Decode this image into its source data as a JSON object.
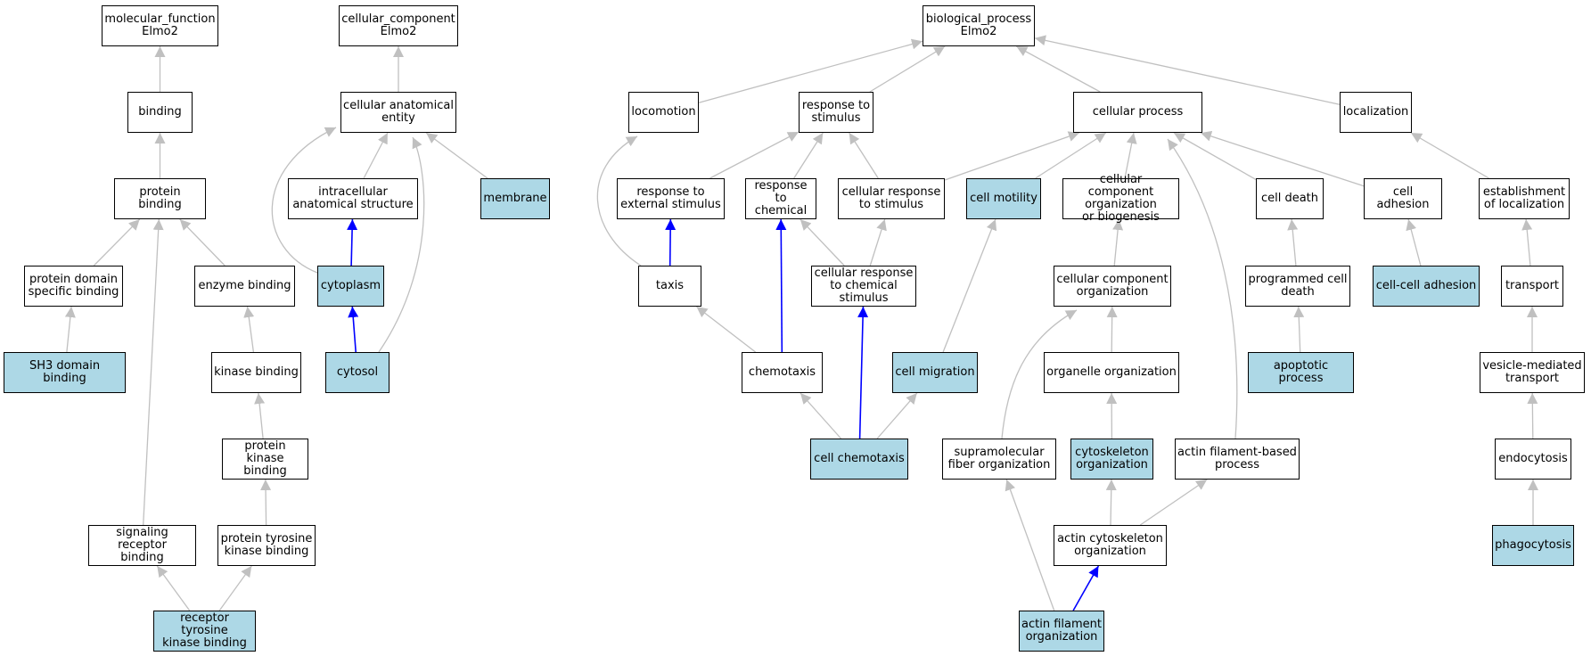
{
  "colors": {
    "highlight": "#add8e6",
    "plain": "#ffffff",
    "edge_gray": "#c0c0c0",
    "edge_blue": "#0000ff"
  },
  "nodes": {
    "mf_root": {
      "label": "molecular_function\nElmo2",
      "highlighted": false
    },
    "cc_root": {
      "label": "cellular_component\nElmo2",
      "highlighted": false
    },
    "bp_root": {
      "label": "biological_process\nElmo2",
      "highlighted": false
    },
    "binding": {
      "label": "binding",
      "highlighted": false
    },
    "cae": {
      "label": "cellular anatomical\nentity",
      "highlighted": false
    },
    "locomotion": {
      "label": "locomotion",
      "highlighted": false
    },
    "rts": {
      "label": "response to\nstimulus",
      "highlighted": false
    },
    "cp": {
      "label": "cellular process",
      "highlighted": false
    },
    "localization": {
      "label": "localization",
      "highlighted": false
    },
    "protein_binding": {
      "label": "protein binding",
      "highlighted": false
    },
    "ias": {
      "label": "intracellular\nanatomical structure",
      "highlighted": false
    },
    "membrane": {
      "label": "membrane",
      "highlighted": true
    },
    "rtes": {
      "label": "response to\nexternal stimulus",
      "highlighted": false
    },
    "rtc": {
      "label": "response to\nchemical",
      "highlighted": false
    },
    "crts": {
      "label": "cellular response\nto stimulus",
      "highlighted": false
    },
    "cell_motility": {
      "label": "cell motility",
      "highlighted": true
    },
    "ccob": {
      "label": "cellular component\norganization\nor biogenesis",
      "highlighted": false
    },
    "cell_death": {
      "label": "cell death",
      "highlighted": false
    },
    "cell_adhesion": {
      "label": "cell adhesion",
      "highlighted": false
    },
    "eol": {
      "label": "establishment\nof localization",
      "highlighted": false
    },
    "pdsb": {
      "label": "protein domain\nspecific binding",
      "highlighted": false
    },
    "enzyme_binding": {
      "label": "enzyme binding",
      "highlighted": false
    },
    "cytoplasm": {
      "label": "cytoplasm",
      "highlighted": true
    },
    "taxis": {
      "label": "taxis",
      "highlighted": false
    },
    "crtcs": {
      "label": "cellular response\nto chemical\nstimulus",
      "highlighted": false
    },
    "cco": {
      "label": "cellular component\norganization",
      "highlighted": false
    },
    "pcd": {
      "label": "programmed cell\ndeath",
      "highlighted": false
    },
    "cca": {
      "label": "cell-cell adhesion",
      "highlighted": true
    },
    "transport": {
      "label": "transport",
      "highlighted": false
    },
    "sh3": {
      "label": "SH3 domain binding",
      "highlighted": true
    },
    "kinase_binding": {
      "label": "kinase binding",
      "highlighted": false
    },
    "cytosol": {
      "label": "cytosol",
      "highlighted": true
    },
    "chemotaxis": {
      "label": "chemotaxis",
      "highlighted": false
    },
    "cell_migration": {
      "label": "cell migration",
      "highlighted": true
    },
    "oo": {
      "label": "organelle organization",
      "highlighted": false
    },
    "apoptotic": {
      "label": "apoptotic process",
      "highlighted": true
    },
    "vmt": {
      "label": "vesicle-mediated\ntransport",
      "highlighted": false
    },
    "pkb": {
      "label": "protein kinase\nbinding",
      "highlighted": false
    },
    "cell_chemotaxis": {
      "label": "cell chemotaxis",
      "highlighted": true
    },
    "sfo": {
      "label": "supramolecular\nfiber organization",
      "highlighted": false
    },
    "cyto_org": {
      "label": "cytoskeleton\norganization",
      "highlighted": true
    },
    "afbp": {
      "label": "actin filament-based\nprocess",
      "highlighted": false
    },
    "endocytosis": {
      "label": "endocytosis",
      "highlighted": false
    },
    "srb": {
      "label": "signaling receptor\nbinding",
      "highlighted": false
    },
    "ptkb": {
      "label": "protein tyrosine\nkinase binding",
      "highlighted": false
    },
    "aco": {
      "label": "actin cytoskeleton\norganization",
      "highlighted": false
    },
    "phagocytosis": {
      "label": "phagocytosis",
      "highlighted": true
    },
    "rtkb": {
      "label": "receptor tyrosine\nkinase binding",
      "highlighted": true
    },
    "afo": {
      "label": "actin filament\norganization",
      "highlighted": true
    }
  },
  "edges": [
    {
      "from": "binding",
      "to": "mf_root",
      "type": "gray"
    },
    {
      "from": "protein_binding",
      "to": "binding",
      "type": "gray"
    },
    {
      "from": "pdsb",
      "to": "protein_binding",
      "type": "gray"
    },
    {
      "from": "enzyme_binding",
      "to": "protein_binding",
      "type": "gray"
    },
    {
      "from": "srb",
      "to": "protein_binding",
      "type": "gray"
    },
    {
      "from": "sh3",
      "to": "pdsb",
      "type": "gray"
    },
    {
      "from": "kinase_binding",
      "to": "enzyme_binding",
      "type": "gray"
    },
    {
      "from": "pkb",
      "to": "kinase_binding",
      "type": "gray"
    },
    {
      "from": "ptkb",
      "to": "pkb",
      "type": "gray"
    },
    {
      "from": "rtkb",
      "to": "srb",
      "type": "gray"
    },
    {
      "from": "rtkb",
      "to": "ptkb",
      "type": "gray"
    },
    {
      "from": "cae",
      "to": "cc_root",
      "type": "gray"
    },
    {
      "from": "ias",
      "to": "cae",
      "type": "gray"
    },
    {
      "from": "membrane",
      "to": "cae",
      "type": "gray"
    },
    {
      "from": "cytoplasm",
      "to": "cae",
      "type": "gray"
    },
    {
      "from": "cytosol",
      "to": "cae",
      "type": "gray"
    },
    {
      "from": "cytoplasm",
      "to": "ias",
      "type": "blue"
    },
    {
      "from": "cytosol",
      "to": "cytoplasm",
      "type": "blue"
    },
    {
      "from": "locomotion",
      "to": "bp_root",
      "type": "gray"
    },
    {
      "from": "rts",
      "to": "bp_root",
      "type": "gray"
    },
    {
      "from": "cp",
      "to": "bp_root",
      "type": "gray"
    },
    {
      "from": "localization",
      "to": "bp_root",
      "type": "gray"
    },
    {
      "from": "rtes",
      "to": "rts",
      "type": "gray"
    },
    {
      "from": "rtc",
      "to": "rts",
      "type": "gray"
    },
    {
      "from": "crts",
      "to": "rts",
      "type": "gray"
    },
    {
      "from": "crts",
      "to": "cp",
      "type": "gray"
    },
    {
      "from": "cell_motility",
      "to": "cp",
      "type": "gray"
    },
    {
      "from": "ccob",
      "to": "cp",
      "type": "gray"
    },
    {
      "from": "afbp",
      "to": "cp",
      "type": "gray"
    },
    {
      "from": "cell_death",
      "to": "cp",
      "type": "gray"
    },
    {
      "from": "cell_adhesion",
      "to": "cp",
      "type": "gray"
    },
    {
      "from": "eol",
      "to": "localization",
      "type": "gray"
    },
    {
      "from": "taxis",
      "to": "locomotion",
      "type": "gray"
    },
    {
      "from": "taxis",
      "to": "rtes",
      "type": "blue"
    },
    {
      "from": "crtcs",
      "to": "rtc",
      "type": "gray"
    },
    {
      "from": "crtcs",
      "to": "crts",
      "type": "gray"
    },
    {
      "from": "chemotaxis",
      "to": "taxis",
      "type": "gray"
    },
    {
      "from": "chemotaxis",
      "to": "rtc",
      "type": "blue"
    },
    {
      "from": "cell_chemotaxis",
      "to": "chemotaxis",
      "type": "gray"
    },
    {
      "from": "cell_chemotaxis",
      "to": "cell_migration",
      "type": "gray"
    },
    {
      "from": "cell_chemotaxis",
      "to": "crtcs",
      "type": "blue"
    },
    {
      "from": "cell_migration",
      "to": "cell_motility",
      "type": "gray"
    },
    {
      "from": "cco",
      "to": "ccob",
      "type": "gray"
    },
    {
      "from": "oo",
      "to": "cco",
      "type": "gray"
    },
    {
      "from": "sfo",
      "to": "cco",
      "type": "gray"
    },
    {
      "from": "cyto_org",
      "to": "oo",
      "type": "gray"
    },
    {
      "from": "aco",
      "to": "cyto_org",
      "type": "gray"
    },
    {
      "from": "aco",
      "to": "afbp",
      "type": "gray"
    },
    {
      "from": "afo",
      "to": "aco",
      "type": "blue"
    },
    {
      "from": "afo",
      "to": "sfo",
      "type": "gray"
    },
    {
      "from": "pcd",
      "to": "cell_death",
      "type": "gray"
    },
    {
      "from": "apoptotic",
      "to": "pcd",
      "type": "gray"
    },
    {
      "from": "cca",
      "to": "cell_adhesion",
      "type": "gray"
    },
    {
      "from": "transport",
      "to": "eol",
      "type": "gray"
    },
    {
      "from": "vmt",
      "to": "transport",
      "type": "gray"
    },
    {
      "from": "endocytosis",
      "to": "vmt",
      "type": "gray"
    },
    {
      "from": "phagocytosis",
      "to": "endocytosis",
      "type": "gray"
    }
  ]
}
